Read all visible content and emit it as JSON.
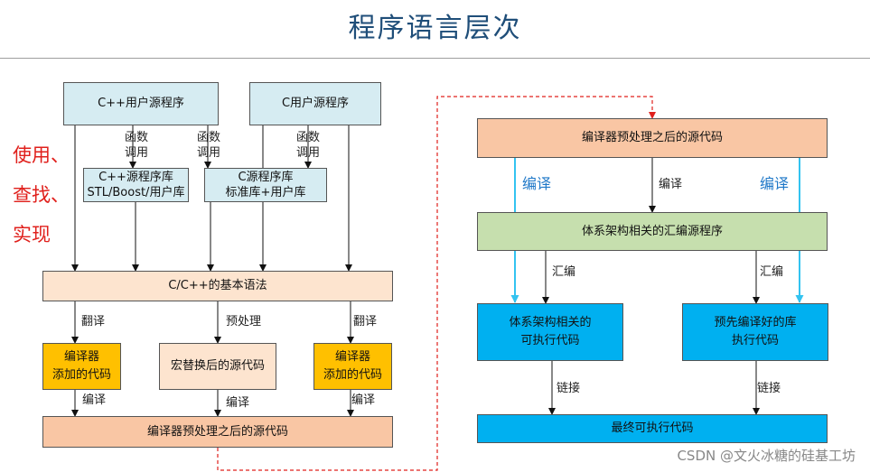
{
  "title": "程序语言层次",
  "side_note": "使用、\n查找、\n实现",
  "left": {
    "cpp_user": "C++用户源程序",
    "c_user": "C用户源程序",
    "cpp_lib": "C++源程序库\nSTL/Boost/用户库",
    "c_lib": "C源程序库\n标准库+用户库",
    "func_call": "函数\n调用",
    "syntax": "C/C++的基本语法",
    "translate": "翻译",
    "preprocess": "预处理",
    "compiler_code": "编译器\n添加的代码",
    "macro_code": "宏替换后的源代码",
    "compile": "编译",
    "preprocessed": "编译器预处理之后的源代码"
  },
  "right": {
    "preprocessed": "编译器预处理之后的源代码",
    "compile": "编译",
    "compile_blue": "编译",
    "asm": "体系架构相关的汇编源程序",
    "assemble": "汇编",
    "arch_exec": "体系架构相关的\n可执行代码",
    "precompiled_lib": "预先编译好的库\n执行代码",
    "link": "链接",
    "final": "最终可执行代码"
  },
  "watermark": "CSDN @文火冰糖的硅基工坊",
  "colors": {
    "title": "#1f4e79",
    "red_note": "#e0201c",
    "blue_arrow": "#33c3f0",
    "dashed_link": "#e0201c"
  }
}
